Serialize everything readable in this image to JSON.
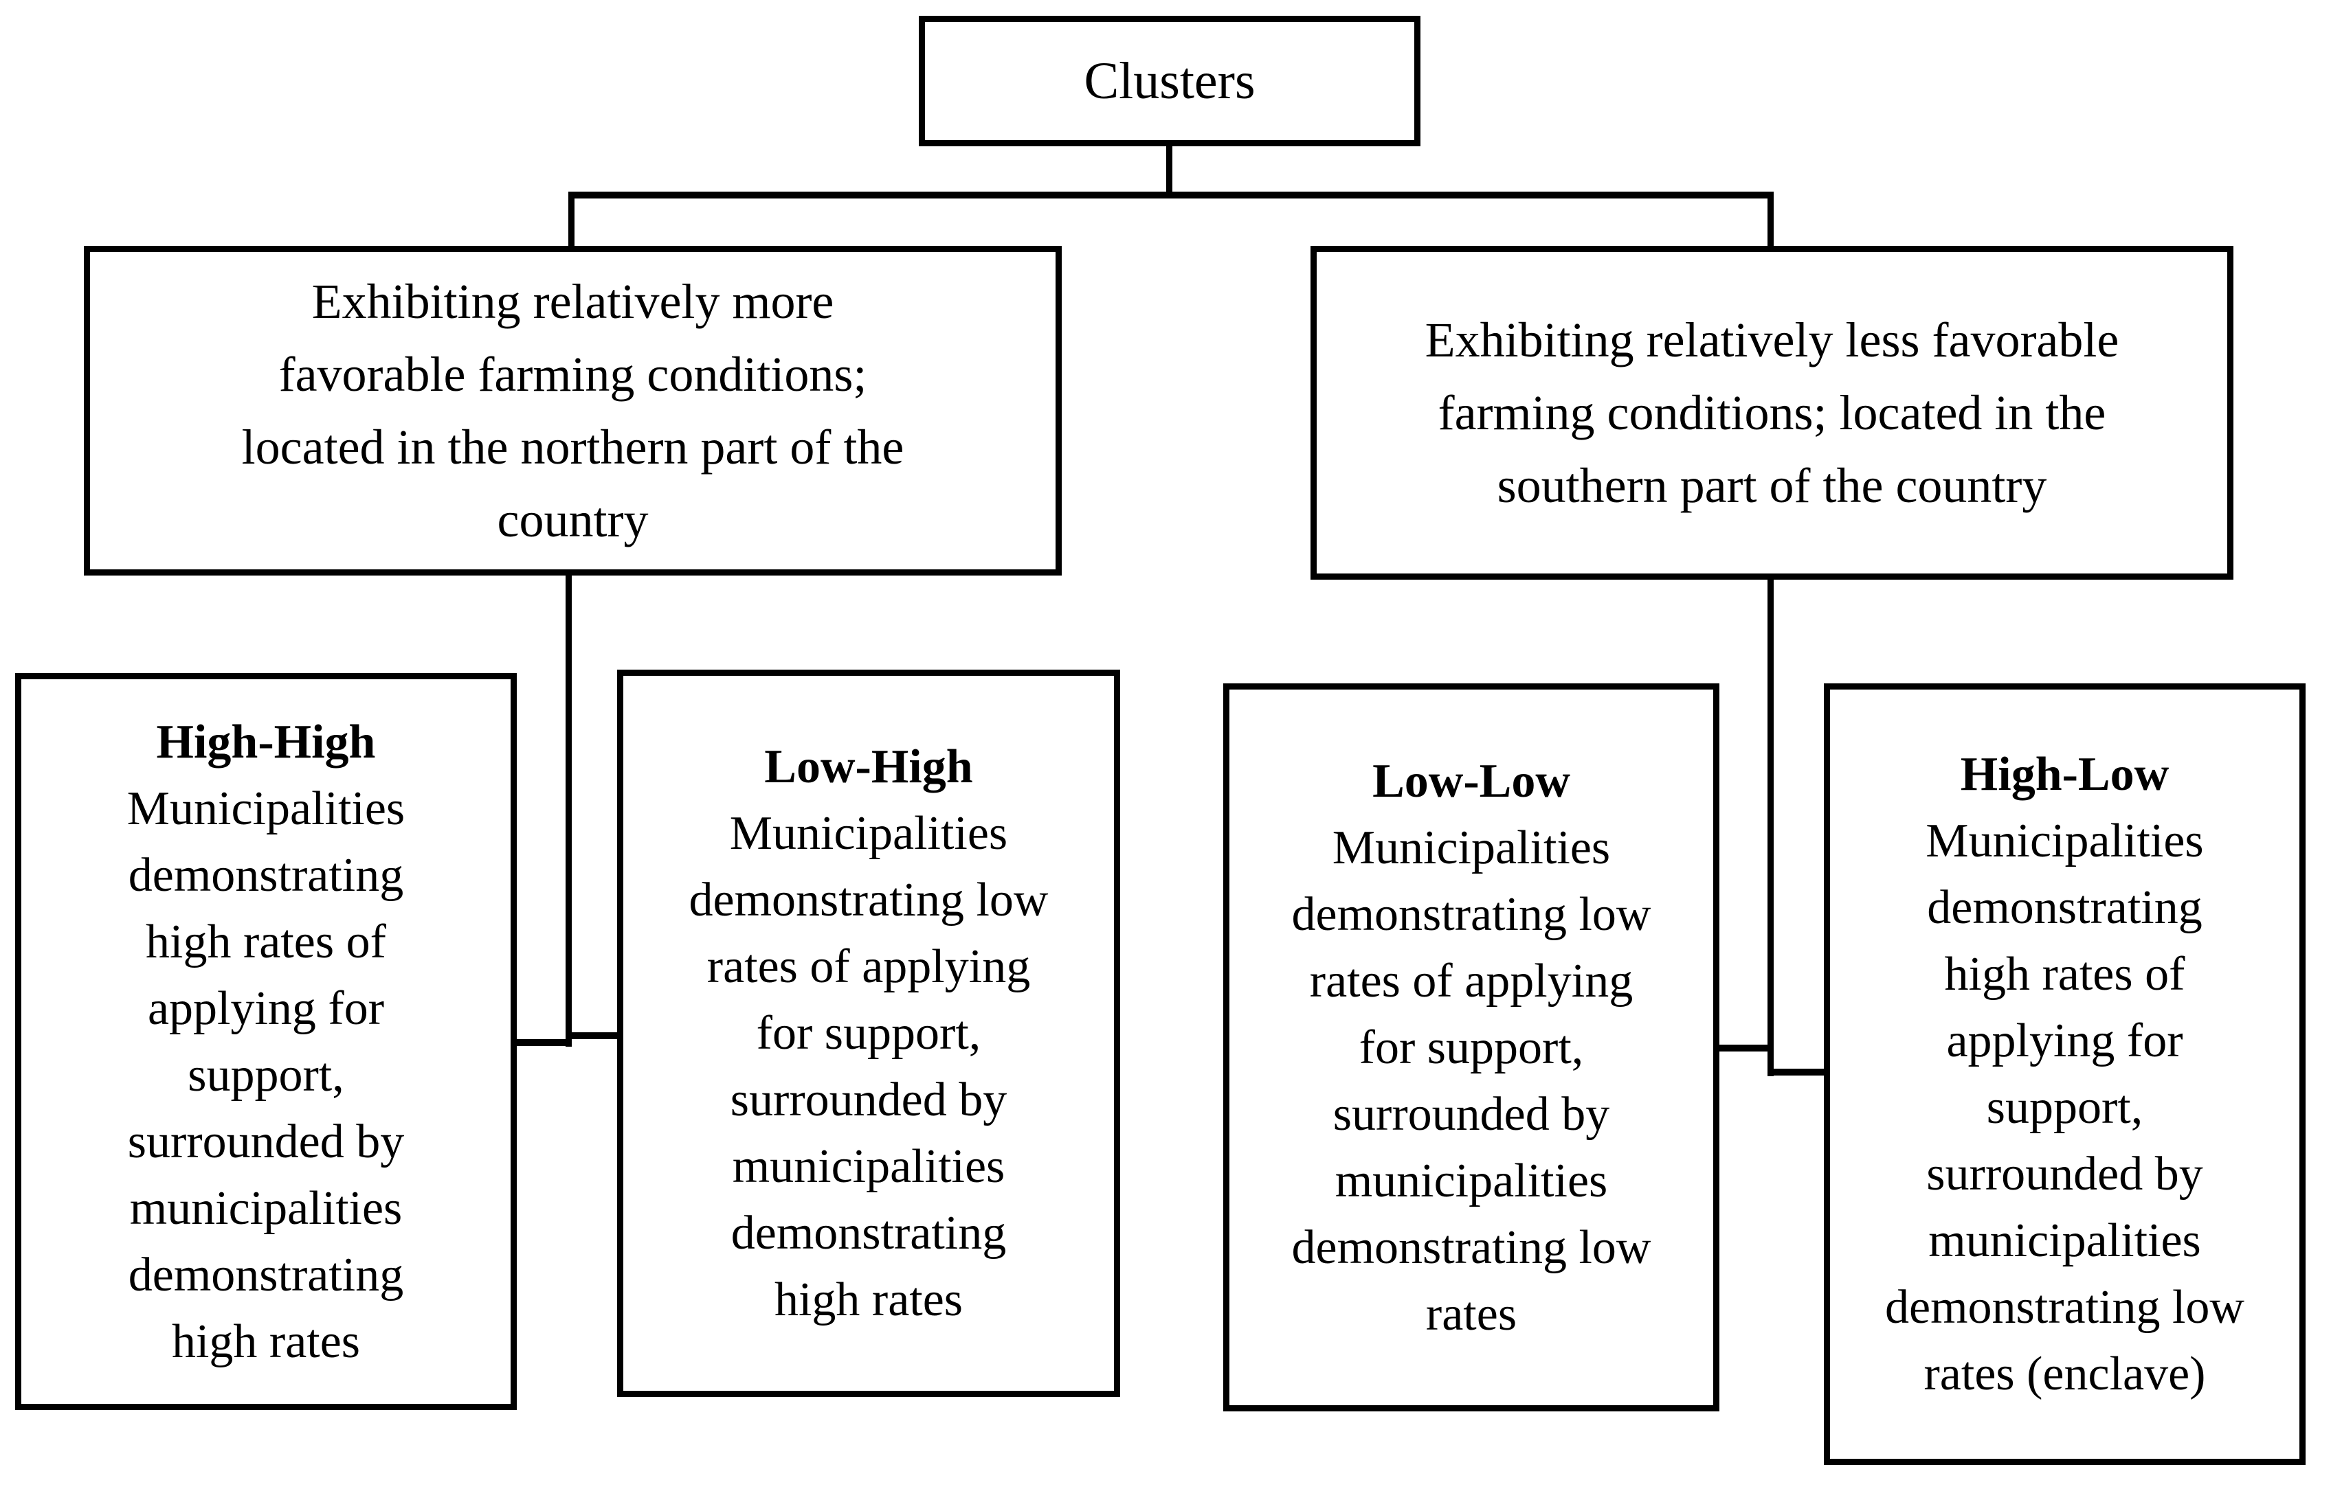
{
  "root": {
    "label": "Clusters"
  },
  "branches": [
    {
      "id": "north",
      "label": "Exhibiting relatively more\nfavorable farming conditions;\nlocated in the northern part of the\ncountry"
    },
    {
      "id": "south",
      "label": "Exhibiting relatively less favorable\nfarming conditions; located in the\nsouthern part of the country"
    }
  ],
  "clusters": [
    {
      "title": "High-High",
      "description": "Municipalities\ndemonstrating\nhigh rates of\napplying for\nsupport,\nsurrounded by\nmunicipalities\ndemonstrating\nhigh rates"
    },
    {
      "title": "Low-High",
      "description": "Municipalities\ndemonstrating low\nrates of applying\nfor support,\nsurrounded by\nmunicipalities\ndemonstrating\nhigh rates"
    },
    {
      "title": "Low-Low",
      "description": "Municipalities\ndemonstrating low\nrates of applying\nfor support,\nsurrounded by\nmunicipalities\ndemonstrating low\nrates"
    },
    {
      "title": "High-Low",
      "description": "Municipalities\ndemonstrating\nhigh rates of\napplying for\nsupport,\nsurrounded by\nmunicipalities\ndemonstrating low\nrates (enclave)"
    }
  ],
  "colors": {
    "background": "#ffffff",
    "line": "#000000",
    "text": "#000000"
  }
}
